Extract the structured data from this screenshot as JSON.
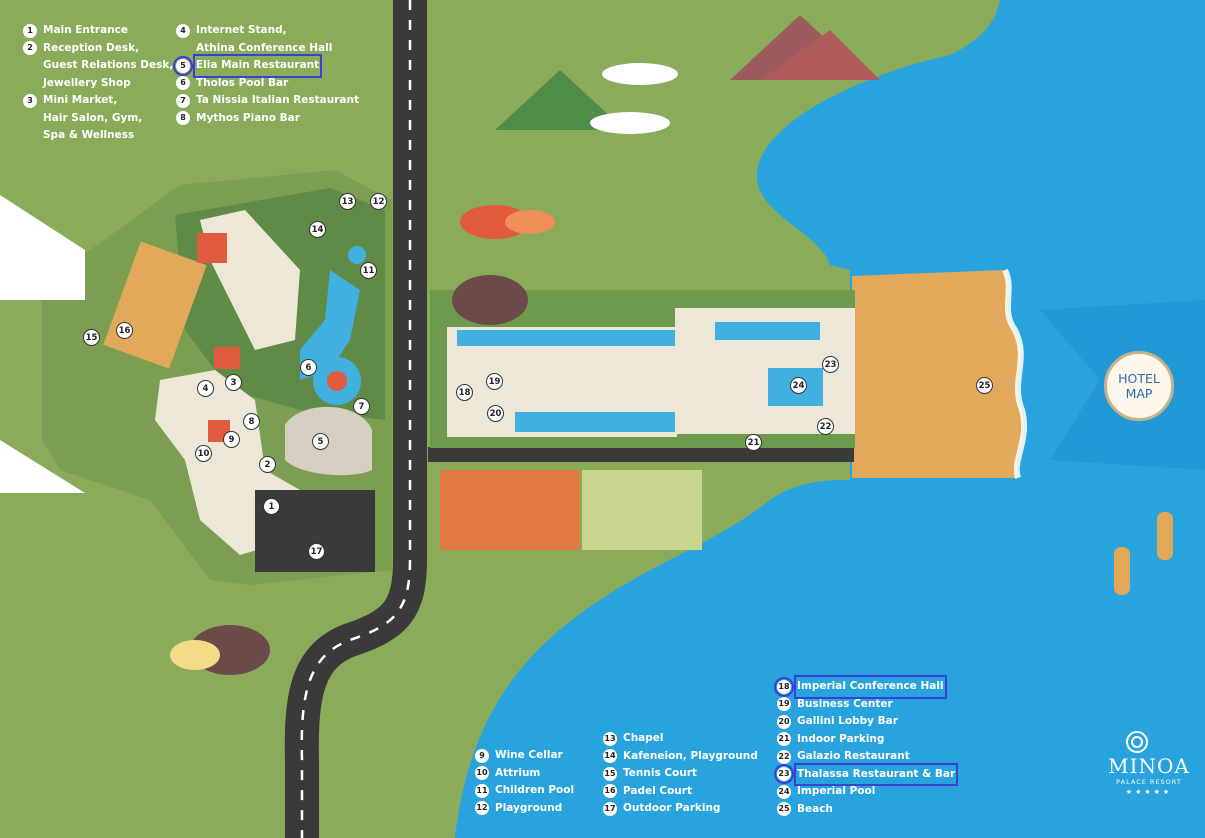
{
  "legend_top_left": [
    {
      "num": "1",
      "label": "Main Entrance"
    },
    {
      "num": "2",
      "label": "Reception Desk,\nGuest Relations Desk,\nJewellery Shop"
    },
    {
      "num": "3",
      "label": "Mini Market,\nHair Salon, Gym,\nSpa & Wellness"
    }
  ],
  "legend_top_right": [
    {
      "num": "4",
      "label": "Internet Stand,\nAthina Conference Hall"
    },
    {
      "num": "5",
      "label": "Elia Main Restaurant",
      "highlight": true
    },
    {
      "num": "6",
      "label": "Tholos Pool Bar"
    },
    {
      "num": "7",
      "label": "Ta Nissia Italian Restaurant"
    },
    {
      "num": "8",
      "label": "Mythos Piano Bar"
    }
  ],
  "legend_bottom_1": [
    {
      "num": "9",
      "label": "Wine Cellar"
    },
    {
      "num": "10",
      "label": "Attrium"
    },
    {
      "num": "11",
      "label": "Children Pool"
    },
    {
      "num": "12",
      "label": "Playground"
    }
  ],
  "legend_bottom_2": [
    {
      "num": "13",
      "label": "Chapel"
    },
    {
      "num": "14",
      "label": "Kafeneion, Playground"
    },
    {
      "num": "15",
      "label": "Tennis Court"
    },
    {
      "num": "16",
      "label": "Padel Court"
    },
    {
      "num": "17",
      "label": "Outdoor Parking"
    }
  ],
  "legend_bottom_3": [
    {
      "num": "18",
      "label": "Imperial Conference Hall",
      "highlight": true
    },
    {
      "num": "19",
      "label": "Business Center"
    },
    {
      "num": "20",
      "label": "Gallini Lobby Bar"
    },
    {
      "num": "21",
      "label": "Indoor Parking"
    },
    {
      "num": "22",
      "label": "Galazio Restaurant"
    },
    {
      "num": "23",
      "label": "Thalassa Restaurant & Bar",
      "highlight": true
    },
    {
      "num": "24",
      "label": "Imperial Pool"
    },
    {
      "num": "25",
      "label": "Beach"
    }
  ],
  "badge": {
    "line1": "HOTEL",
    "line2": "MAP"
  },
  "brand": {
    "name": "MINOA",
    "subtitle": "PALACE RESORT",
    "stars": "★★★★★"
  },
  "colors": {
    "grass": "#8aab5a",
    "sea": "#29a3dd",
    "road": "#3a3a3a",
    "sand": "#e3a95b",
    "building": "#ede7d8",
    "pool": "#3fb0e0",
    "highlight": "#3a3fd6"
  }
}
